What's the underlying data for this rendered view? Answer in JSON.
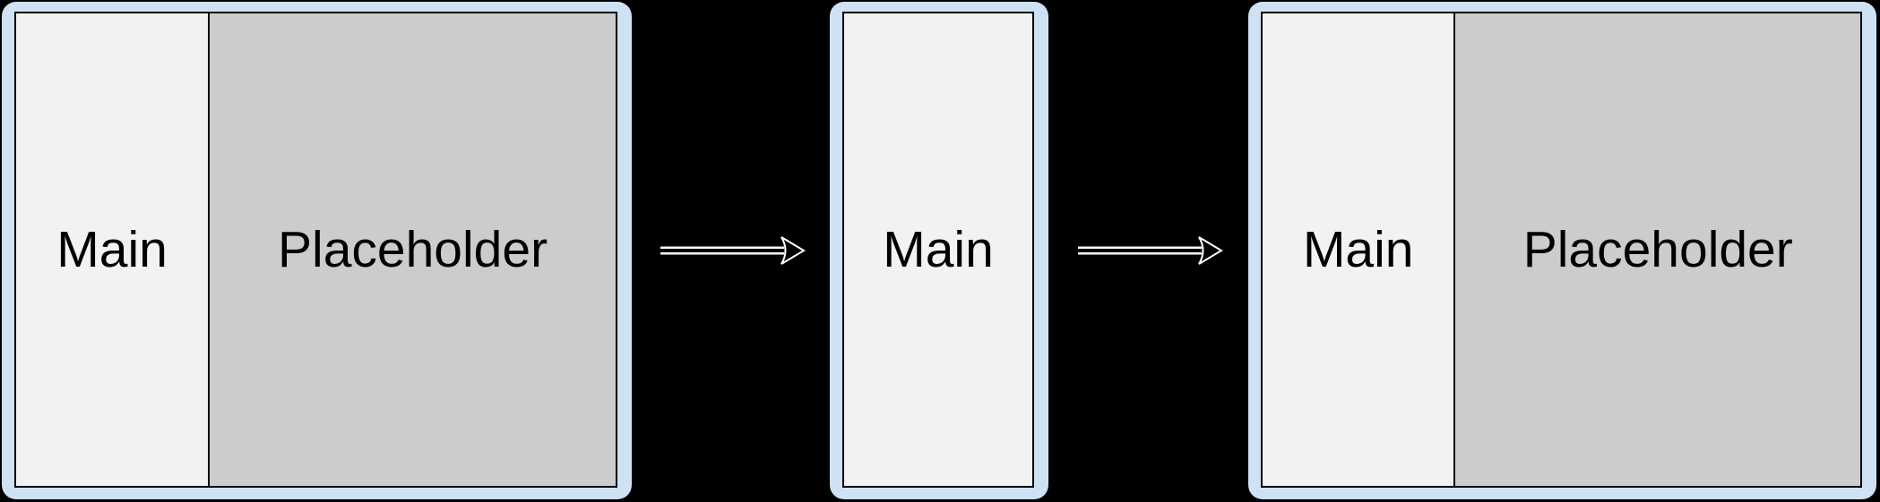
{
  "diagram": {
    "background_color": "#000000",
    "frame_color": "#cfe2f3",
    "main_pane_color": "#f2f2f2",
    "placeholder_pane_color": "#cccccc",
    "border_color": "#000000",
    "arrow_fill_color": "#000000",
    "arrow_outline_color": "#ffffff"
  },
  "panels": [
    {
      "id": "left-expanded",
      "sections": [
        {
          "label": "Main"
        },
        {
          "label": "Placeholder"
        }
      ]
    },
    {
      "id": "middle-collapsed",
      "sections": [
        {
          "label": "Main"
        }
      ]
    },
    {
      "id": "right-expanded",
      "sections": [
        {
          "label": "Main"
        },
        {
          "label": "Placeholder"
        }
      ]
    }
  ],
  "arrows": [
    {
      "name": "transition-arrow-1",
      "direction": "right"
    },
    {
      "name": "transition-arrow-2",
      "direction": "right"
    }
  ]
}
